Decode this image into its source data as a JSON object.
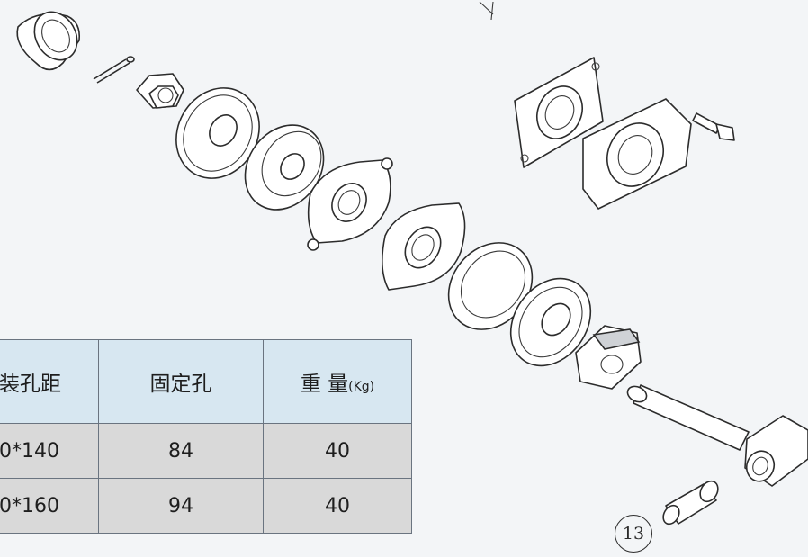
{
  "table": {
    "headers": {
      "spacing": "装孔距",
      "fixing_hole": "固定孔",
      "weight": "重 量",
      "weight_unit": "(Kg)"
    },
    "rows": [
      {
        "spacing": "0*140",
        "fixing_hole": "84",
        "weight": "40"
      },
      {
        "spacing": "0*160",
        "fixing_hole": "94",
        "weight": "40"
      }
    ]
  },
  "callout_number": "13"
}
